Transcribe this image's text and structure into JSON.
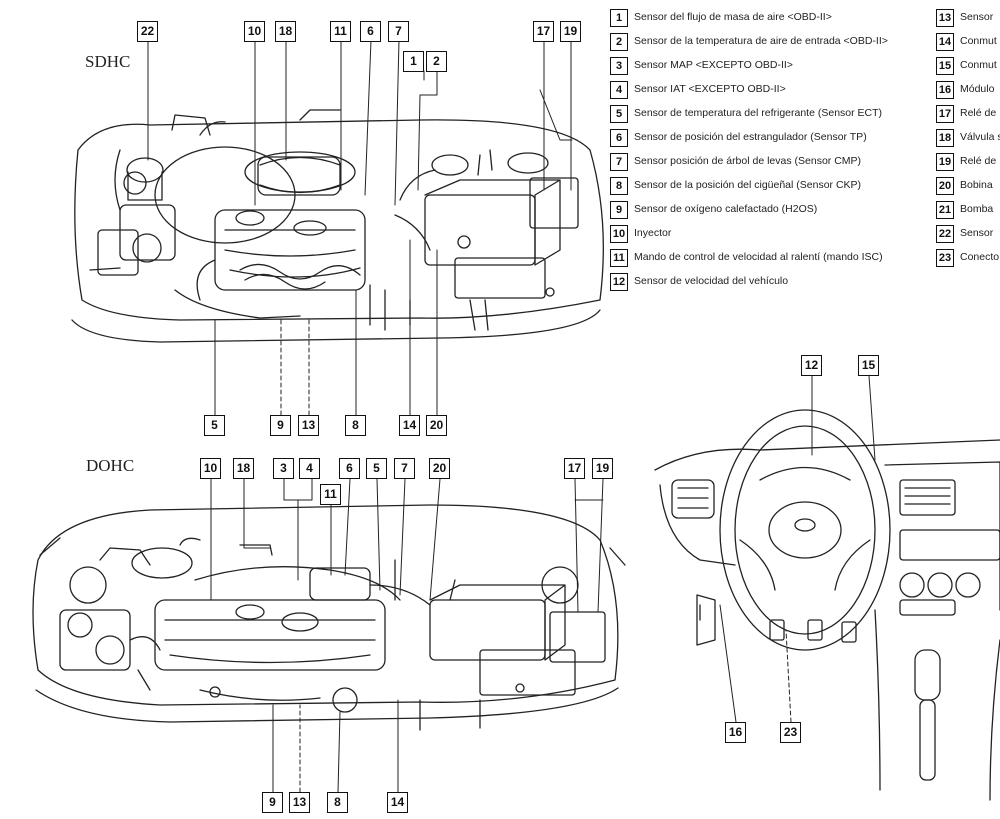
{
  "engines": {
    "sdhc_title": "SDHC",
    "dohc_title": "DOHC"
  },
  "legend": {
    "left": [
      {
        "num": "1",
        "text": "Sensor del flujo de masa de aire <OBD-II>"
      },
      {
        "num": "2",
        "text": "Sensor de la temperatura de aire de entrada <OBD-II>"
      },
      {
        "num": "3",
        "text": "Sensor MAP <EXCEPTO OBD-II>"
      },
      {
        "num": "4",
        "text": "Sensor IAT <EXCEPTO OBD-II>"
      },
      {
        "num": "5",
        "text": "Sensor de temperatura del refrigerante (Sensor ECT)"
      },
      {
        "num": "6",
        "text": "Sensor de posición del estrangulador (Sensor TP)"
      },
      {
        "num": "7",
        "text": "Sensor posición de árbol de levas (Sensor CMP)"
      },
      {
        "num": "8",
        "text": "Sensor de la posición del cigüeñal (Sensor CKP)"
      },
      {
        "num": "9",
        "text": "Sensor de oxígeno calefactado (H2OS)"
      },
      {
        "num": "10",
        "text": "Inyector"
      },
      {
        "num": "11",
        "text": "Mando de control de velocidad al ralentí (mando ISC)"
      },
      {
        "num": "12",
        "text": "Sensor  de velocidad del vehículo"
      }
    ],
    "right": [
      {
        "num": "13",
        "text": "Sensor"
      },
      {
        "num": "14",
        "text": "Conmut"
      },
      {
        "num": "15",
        "text": "Conmut"
      },
      {
        "num": "16",
        "text": "Módulo"
      },
      {
        "num": "17",
        "text": "Relé de"
      },
      {
        "num": "18",
        "text": "Válvula s"
      },
      {
        "num": "19",
        "text": "Relé de"
      },
      {
        "num": "20",
        "text": "Bobina"
      },
      {
        "num": "21",
        "text": "Bomba"
      },
      {
        "num": "22",
        "text": "Sensor"
      },
      {
        "num": "23",
        "text": "Conecto"
      }
    ]
  },
  "callouts": {
    "sdhc_top": [
      "22",
      "10",
      "18",
      "11",
      "6",
      "7",
      "1",
      "2",
      "17",
      "19"
    ],
    "sdhc_bottom": [
      "5",
      "9",
      "13",
      "8",
      "14",
      "20"
    ],
    "dohc_top": [
      "10",
      "18",
      "3",
      "4",
      "11",
      "6",
      "5",
      "7",
      "20",
      "17",
      "19"
    ],
    "dohc_bottom": [
      "9",
      "13",
      "8",
      "14"
    ],
    "dash": [
      "12",
      "15",
      "16",
      "23"
    ]
  }
}
